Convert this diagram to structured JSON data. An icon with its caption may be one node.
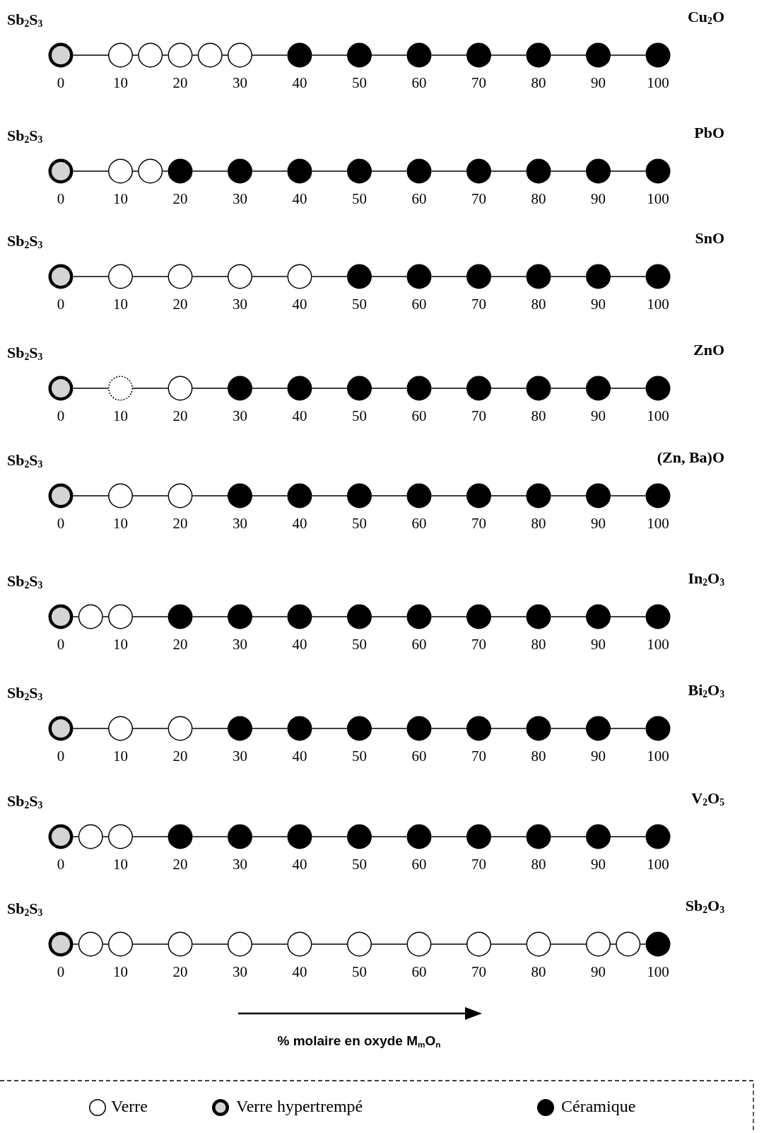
{
  "diagram": {
    "nodes": [
      {
        "text": [],
        "shape": "ring"
      },
      {
        "text": [],
        "shape": "circle"
      },
      {
        "text": [],
        "shape": "circle"
      },
      {
        "text": [],
        "shape": "circle"
      },
      {
        "text": [],
        "shape": "circle"
      },
      {
        "text": [],
        "shape": "circle"
      },
      {
        "text": [],
        "shape": "disc"
      },
      {
        "text": [],
        "shape": "disc"
      },
      {
        "text": [],
        "shape": "disc"
      },
      {
        "text": [],
        "shape": "disc"
      },
      {
        "text": [],
        "shape": "disc"
      },
      {
        "text": [],
        "shape": "disc"
      },
      {
        "text": [],
        "shape": "disc"
      },
      {
        "text": [],
        "shape": "ring"
      },
      {
        "text": [],
        "shape": "circle"
      },
      {
        "text": [],
        "shape": "circle"
      },
      {
        "text": [],
        "shape": "disc"
      },
      {
        "text": [],
        "shape": "disc"
      },
      {
        "text": [],
        "shape": "disc"
      },
      {
        "text": [],
        "shape": "disc"
      },
      {
        "text": [],
        "shape": "disc"
      },
      {
        "text": [],
        "shape": "disc"
      },
      {
        "text": [],
        "shape": "disc"
      },
      {
        "text": [],
        "shape": "disc"
      },
      {
        "text": [],
        "shape": "disc"
      },
      {
        "text": [],
        "shape": "ring"
      },
      {
        "text": [],
        "shape": "circle"
      },
      {
        "text": [],
        "shape": "circle"
      },
      {
        "text": [],
        "shape": "circle"
      },
      {
        "text": [],
        "shape": "circle"
      },
      {
        "text": [],
        "shape": "disc"
      },
      {
        "text": [],
        "shape": "disc"
      },
      {
        "text": [],
        "shape": "disc"
      },
      {
        "text": [],
        "shape": "disc"
      },
      {
        "text": [],
        "shape": "disc"
      },
      {
        "text": [],
        "shape": "disc"
      },
      {
        "text": [],
        "shape": "ring"
      },
      {
        "text": [],
        "shape": "circle"
      },
      {
        "text": [],
        "shape": "circle"
      },
      {
        "text": [],
        "shape": "disc"
      },
      {
        "text": [],
        "shape": "disc"
      },
      {
        "text": [],
        "shape": "disc"
      },
      {
        "text": [],
        "shape": "disc"
      },
      {
        "text": [],
        "shape": "disc"
      },
      {
        "text": [],
        "shape": "disc"
      },
      {
        "text": [],
        "shape": "disc"
      },
      {
        "text": [],
        "shape": "disc"
      },
      {
        "text": [],
        "shape": "ring"
      },
      {
        "text": [],
        "shape": "circle"
      },
      {
        "text": [],
        "shape": "circle"
      },
      {
        "text": [],
        "shape": "disc"
      },
      {
        "text": [],
        "shape": "disc"
      },
      {
        "text": [],
        "shape": "disc"
      },
      {
        "text": [],
        "shape": "disc"
      },
      {
        "text": [],
        "shape": "disc"
      },
      {
        "text": [],
        "shape": "disc"
      },
      {
        "text": [],
        "shape": "disc"
      },
      {
        "text": [],
        "shape": "disc"
      },
      {
        "text": [],
        "shape": "ring"
      },
      {
        "text": [],
        "shape": "circle"
      },
      {
        "text": [],
        "shape": "circle"
      },
      {
        "text": [],
        "shape": "disc"
      },
      {
        "text": [],
        "shape": "disc"
      },
      {
        "text": [],
        "shape": "disc"
      },
      {
        "text": [],
        "shape": "disc"
      },
      {
        "text": [],
        "shape": "disc"
      },
      {
        "text": [],
        "shape": "disc"
      },
      {
        "text": [],
        "shape": "disc"
      },
      {
        "text": [],
        "shape": "disc"
      },
      {
        "text": [],
        "shape": "disc"
      },
      {
        "text": [],
        "shape": "ring"
      },
      {
        "text": [],
        "shape": "circle"
      },
      {
        "text": [],
        "shape": "circle"
      },
      {
        "text": [],
        "shape": "disc"
      },
      {
        "text": [],
        "shape": "disc"
      },
      {
        "text": [],
        "shape": "disc"
      },
      {
        "text": [],
        "shape": "disc"
      },
      {
        "text": [],
        "shape": "disc"
      },
      {
        "text": [],
        "shape": "disc"
      },
      {
        "text": [],
        "shape": "disc"
      },
      {
        "text": [],
        "shape": "disc"
      },
      {
        "text": [],
        "shape": "ring"
      },
      {
        "text": [],
        "shape": "circle"
      },
      {
        "text": [],
        "shape": "circle"
      },
      {
        "text": [],
        "shape": "disc"
      },
      {
        "text": [],
        "shape": "disc"
      },
      {
        "text": [],
        "shape": "disc"
      },
      {
        "text": [],
        "shape": "disc"
      },
      {
        "text": [],
        "shape": "disc"
      },
      {
        "text": [],
        "shape": "disc"
      },
      {
        "text": [],
        "shape": "disc"
      },
      {
        "text": [],
        "shape": "disc"
      },
      {
        "text": [],
        "shape": "disc"
      },
      {
        "text": [],
        "shape": "ring"
      },
      {
        "text": [],
        "shape": "circle"
      },
      {
        "text": [],
        "shape": "circle"
      },
      {
        "text": [],
        "shape": "circle"
      },
      {
        "text": [],
        "shape": "circle"
      },
      {
        "text": [],
        "shape": "circle"
      },
      {
        "text": [],
        "shape": "circle"
      },
      {
        "text": [],
        "shape": "circle"
      },
      {
        "text": [],
        "shape": "circle"
      },
      {
        "text": [],
        "shape": "circle"
      },
      {
        "text": [],
        "shape": "circle"
      },
      {
        "text": [],
        "shape": "circle"
      },
      {
        "text": [],
        "shape": "disc"
      }
    ],
    "edges": [
      {
        "from": 0,
        "to": 1,
        "arrow": "none"
      },
      {
        "from": 1,
        "to": 2,
        "arrow": "none"
      },
      {
        "from": 2,
        "to": 3,
        "arrow": "none"
      },
      {
        "from": 3,
        "to": 4,
        "arrow": "none"
      },
      {
        "from": 4,
        "to": 5,
        "arrow": "none"
      },
      {
        "from": 5,
        "to": 6,
        "arrow": "none"
      },
      {
        "from": 6,
        "to": 7,
        "arrow": "none"
      },
      {
        "from": 7,
        "to": 8,
        "arrow": "none"
      },
      {
        "from": 8,
        "to": 9,
        "arrow": "none"
      },
      {
        "from": 9,
        "to": 10,
        "arrow": "none"
      },
      {
        "from": 10,
        "to": 11,
        "arrow": "none"
      },
      {
        "from": 11,
        "to": 12,
        "arrow": "none"
      },
      {
        "from": 13,
        "to": 14,
        "arrow": "none"
      },
      {
        "from": 14,
        "to": 15,
        "arrow": "none"
      },
      {
        "from": 15,
        "to": 16,
        "arrow": "none"
      },
      {
        "from": 16,
        "to": 17,
        "arrow": "none"
      },
      {
        "from": 17,
        "to": 18,
        "arrow": "none"
      },
      {
        "from": 18,
        "to": 19,
        "arrow": "none"
      },
      {
        "from": 19,
        "to": 20,
        "arrow": "none"
      },
      {
        "from": 20,
        "to": 21,
        "arrow": "none"
      },
      {
        "from": 21,
        "to": 22,
        "arrow": "none"
      },
      {
        "from": 22,
        "to": 23,
        "arrow": "none"
      },
      {
        "from": 23,
        "to": 24,
        "arrow": "none"
      },
      {
        "from": 25,
        "to": 26,
        "arrow": "none"
      },
      {
        "from": 26,
        "to": 27,
        "arrow": "none"
      },
      {
        "from": 27,
        "to": 28,
        "arrow": "none"
      },
      {
        "from": 28,
        "to": 29,
        "arrow": "none"
      },
      {
        "from": 29,
        "to": 30,
        "arrow": "none"
      },
      {
        "from": 30,
        "to": 31,
        "arrow": "none"
      },
      {
        "from": 31,
        "to": 32,
        "arrow": "none"
      },
      {
        "from": 32,
        "to": 33,
        "arrow": "none"
      },
      {
        "from": 33,
        "to": 34,
        "arrow": "none"
      },
      {
        "from": 34,
        "to": 35,
        "arrow": "none"
      },
      {
        "from": 36,
        "to": 37,
        "arrow": "none"
      },
      {
        "from": 37,
        "to": 38,
        "arrow": "none"
      },
      {
        "from": 38,
        "to": 39,
        "arrow": "none"
      },
      {
        "from": 39,
        "to": 40,
        "arrow": "none"
      },
      {
        "from": 40,
        "to": 41,
        "arrow": "none"
      },
      {
        "from": 41,
        "to": 42,
        "arrow": "none"
      },
      {
        "from": 42,
        "to": 43,
        "arrow": "none"
      },
      {
        "from": 43,
        "to": 44,
        "arrow": "none"
      },
      {
        "from": 44,
        "to": 45,
        "arrow": "none"
      },
      {
        "from": 45,
        "to": 46,
        "arrow": "none"
      },
      {
        "from": 47,
        "to": 48,
        "arrow": "none"
      },
      {
        "from": 48,
        "to": 49,
        "arrow": "none"
      },
      {
        "from": 49,
        "to": 50,
        "arrow": "none"
      },
      {
        "from": 50,
        "to": 51,
        "arrow": "none"
      },
      {
        "from": 51,
        "to": 52,
        "arrow": "none"
      },
      {
        "from": 52,
        "to": 53,
        "arrow": "none"
      },
      {
        "from": 53,
        "to": 54,
        "arrow": "none"
      },
      {
        "from": 54,
        "to": 55,
        "arrow": "none"
      },
      {
        "from": 55,
        "to": 56,
        "arrow": "none"
      },
      {
        "from": 56,
        "to": 57,
        "arrow": "none"
      },
      {
        "from": 58,
        "to": 59,
        "arrow": "none"
      },
      {
        "from": 59,
        "to": 60,
        "arrow": "none"
      },
      {
        "from": 60,
        "to": 61,
        "arrow": "none"
      },
      {
        "from": 61,
        "to": 62,
        "arrow": "none"
      },
      {
        "from": 62,
        "to": 63,
        "arrow": "none"
      },
      {
        "from": 63,
        "to": 64,
        "arrow": "none"
      },
      {
        "from": 64,
        "to": 65,
        "arrow": "none"
      },
      {
        "from": 65,
        "to": 66,
        "arrow": "none"
      },
      {
        "from": 66,
        "to": 67,
        "arrow": "none"
      },
      {
        "from": 67,
        "to": 68,
        "arrow": "none"
      },
      {
        "from": 68,
        "to": 69,
        "arrow": "none"
      },
      {
        "from": 70,
        "to": 71,
        "arrow": "none"
      },
      {
        "from": 71,
        "to": 72,
        "arrow": "none"
      },
      {
        "from": 72,
        "to": 73,
        "arrow": "none"
      },
      {
        "from": 73,
        "to": 74,
        "arrow": "none"
      },
      {
        "from": 74,
        "to": 75,
        "arrow": "none"
      },
      {
        "from": 75,
        "to": 76,
        "arrow": "none"
      },
      {
        "from": 76,
        "to": 77,
        "arrow": "none"
      },
      {
        "from": 77,
        "to": 78,
        "arrow": "none"
      },
      {
        "from": 78,
        "to": 79,
        "arrow": "none"
      },
      {
        "from": 79,
        "to": 80,
        "arrow": "none"
      },
      {
        "from": 81,
        "to": 82,
        "arrow": "none"
      },
      {
        "from": 82,
        "to": 83,
        "arrow": "none"
      },
      {
        "from": 83,
        "to": 84,
        "arrow": "none"
      },
      {
        "from": 84,
        "to": 85,
        "arrow": "none"
      },
      {
        "from": 85,
        "to": 86,
        "arrow": "none"
      },
      {
        "from": 86,
        "to": 87,
        "arrow": "none"
      },
      {
        "from": 87,
        "to": 88,
        "arrow": "none"
      },
      {
        "from": 88,
        "to": 89,
        "arrow": "none"
      },
      {
        "from": 89,
        "to": 90,
        "arrow": "none"
      },
      {
        "from": 90,
        "to": 91,
        "arrow": "none"
      },
      {
        "from": 91,
        "to": 92,
        "arrow": "none"
      },
      {
        "from": 93,
        "to": 94,
        "arrow": "none"
      },
      {
        "from": 94,
        "to": 95,
        "arrow": "none"
      },
      {
        "from": 95,
        "to": 96,
        "arrow": "none"
      },
      {
        "from": 96,
        "to": 97,
        "arrow": "none"
      },
      {
        "from": 97,
        "to": 98,
        "arrow": "none"
      },
      {
        "from": 98,
        "to": 99,
        "arrow": "none"
      },
      {
        "from": 99,
        "to": 100,
        "arrow": "none"
      },
      {
        "from": 100,
        "to": 101,
        "arrow": "none"
      },
      {
        "from": 101,
        "to": 102,
        "arrow": "none"
      },
      {
        "from": 102,
        "to": 103,
        "arrow": "none"
      },
      {
        "from": 103,
        "to": 104,
        "arrow": "none"
      },
      {
        "from": 104,
        "to": 105,
        "arrow": "none"
      }
    ],
    "labels": [
      "Sb$_{2}$S$_{3}$",
      "Cu$_{2}$O",
      "0",
      "10",
      "20",
      "30",
      "40",
      "50",
      "60",
      "70",
      "80",
      "90",
      "100",
      "Sb$_{2}$S$_{3}$",
      "PbO",
      "0",
      "10",
      "20",
      "30",
      "40",
      "50",
      "60",
      "70",
      "80",
      "90",
      "100",
      "Sb$_{2}$S$_{3}$",
      "SnO",
      "0",
      "10",
      "20",
      "30",
      "40",
      "50",
      "60",
      "70",
      "80",
      "90",
      "100",
      "Sb$_{2}$S$_{3}$",
      "ZnO",
      "0",
      "10",
      "20",
      "30",
      "40",
      "50",
      "60",
      "70",
      "80",
      "90",
      "100",
      "Sb$_{2}$S$_{3}$",
      "(Zn, Ba)O",
      "0",
      "10",
      "20",
      "30",
      "40",
      "50",
      "60",
      "70",
      "80",
      "90",
      "100",
      "Sb$_{2}$S$_{3}$",
      "In$_{2}$O$_{3}$",
      "0",
      "10",
      "20",
      "30",
      "40",
      "50",
      "60",
      "70",
      "80",
      "90",
      "100",
      "Sb$_{2}$S$_{3}$",
      "Bi$_{2}$O$_{3}$",
      "0",
      "10",
      "20",
      "30",
      "40",
      "50",
      "60",
      "70",
      "80",
      "90",
      "100",
      "Sb$_{2}$S$_{3}$",
      "V$_{2}$O$_{5}$",
      "0",
      "10",
      "20",
      "30",
      "40",
      "50",
      "60",
      "70",
      "80",
      "90",
      "100",
      "Sb$_{2}$S$_{3}$",
      "Sb$_{2}$O$_{3}$",
      "0",
      "10",
      "20",
      "30",
      "40",
      "50",
      "60",
      "70",
      "80",
      "90",
      "100",
      "% molaire en oxyde M$_{m}$O$_{n}$"
    ],
    "legend": [
      {
        "text": "Verre"
      },
      {
        "text": "Verre hypertrempé"
      },
      {
        "text": "Céramique"
      }
    ]
  }
}
